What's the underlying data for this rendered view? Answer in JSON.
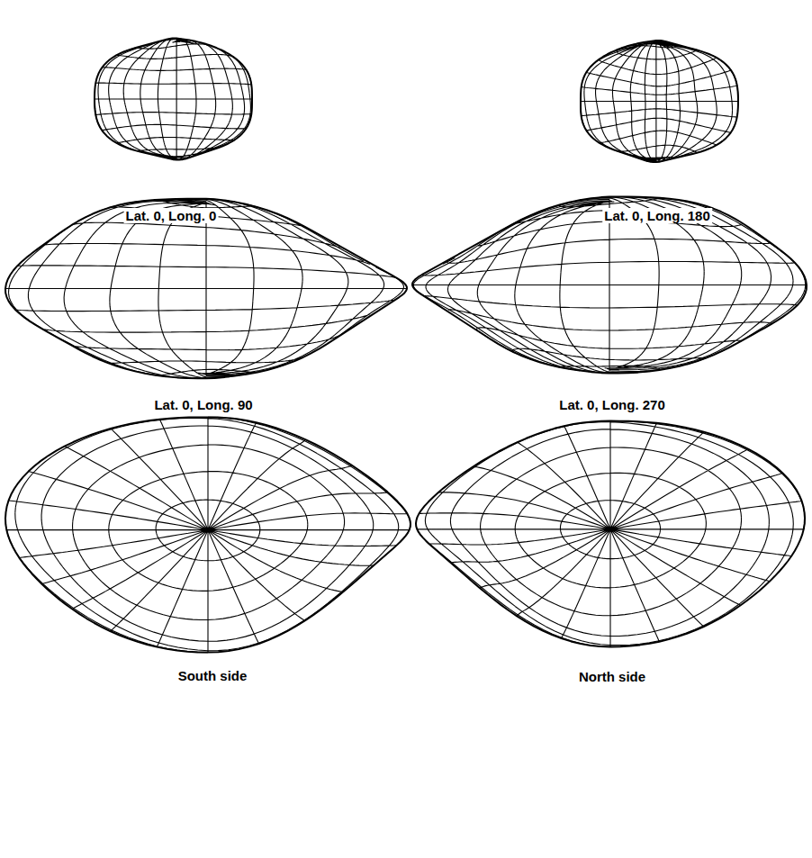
{
  "diagram": {
    "labels": [
      "Lat. 0, Long. 0",
      "Lat. 0, Long. 180",
      "Lat. 0, Long. 90",
      "Lat. 0, Long. 270",
      "South side",
      "North side"
    ]
  }
}
